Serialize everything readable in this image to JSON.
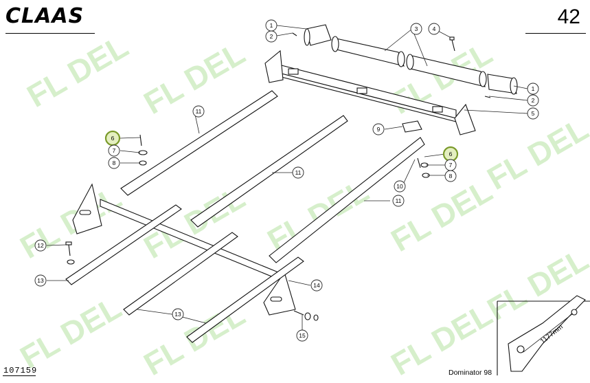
{
  "brand": "CLAAS",
  "page_number": "42",
  "document_code": "107159",
  "model": "Dominator 98",
  "watermark": "FL DEL",
  "detail": {
    "dimension": "1177mm"
  },
  "callouts": {
    "c1a": "1",
    "c1b": "1",
    "c2a": "2",
    "c2b": "2",
    "c3": "3",
    "c4": "4",
    "c5": "5",
    "c6a": "6",
    "c6b": "6",
    "c7a": "7",
    "c7b": "7",
    "c8a": "8",
    "c8b": "8",
    "c9": "9",
    "c10": "10",
    "c11a": "11",
    "c11b": "11",
    "c11c": "11",
    "c12": "12",
    "c13a": "13",
    "c13b": "13",
    "c14": "14",
    "c15": "15"
  },
  "colors": {
    "highlight_fill": "#e4efc0",
    "highlight_ring": "#7a9a2a",
    "watermark": "#b6e3a2"
  }
}
